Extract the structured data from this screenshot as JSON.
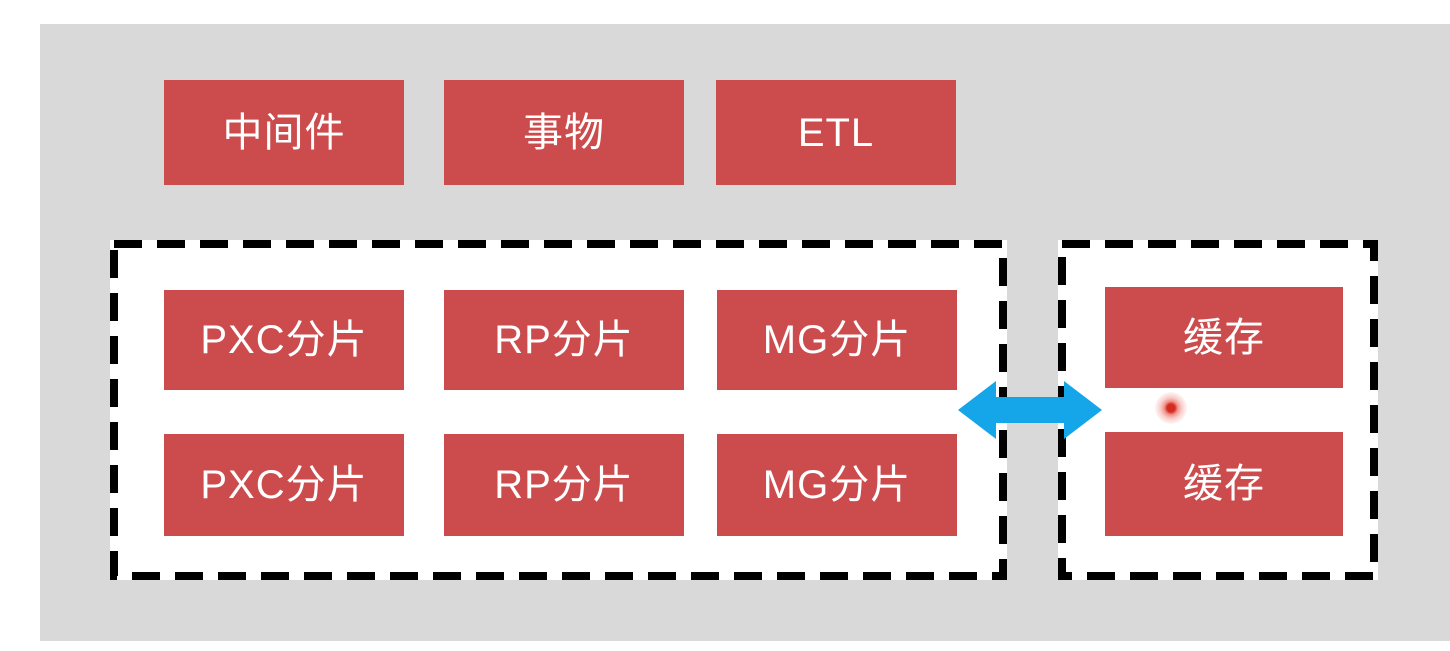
{
  "slide": {
    "background_color": "#ffffff",
    "panel_color": "#d9d9d9",
    "box_color": "#cc4b4c",
    "box_text_color": "#ffffff",
    "arrow_color": "#14a6e8",
    "dash_color": "#000000",
    "group_fill_color": "#ffffff",
    "cursor_color": "#d42a20"
  },
  "top_row": {
    "boxes": [
      {
        "label": "中间件"
      },
      {
        "label": "事物"
      },
      {
        "label": "ETL"
      }
    ]
  },
  "sharding_group": {
    "row1": [
      {
        "label": "PXC分片"
      },
      {
        "label": "RP分片"
      },
      {
        "label": "MG分片"
      }
    ],
    "row2": [
      {
        "label": "PXC分片"
      },
      {
        "label": "RP分片"
      },
      {
        "label": "MG分片"
      }
    ]
  },
  "cache_group": {
    "boxes": [
      {
        "label": "缓存"
      },
      {
        "label": "缓存"
      }
    ]
  },
  "connector": {
    "icon": "double-headed-arrow-icon",
    "direction": "bidirectional"
  },
  "cursor": {
    "icon": "cursor-highlight-dot"
  }
}
